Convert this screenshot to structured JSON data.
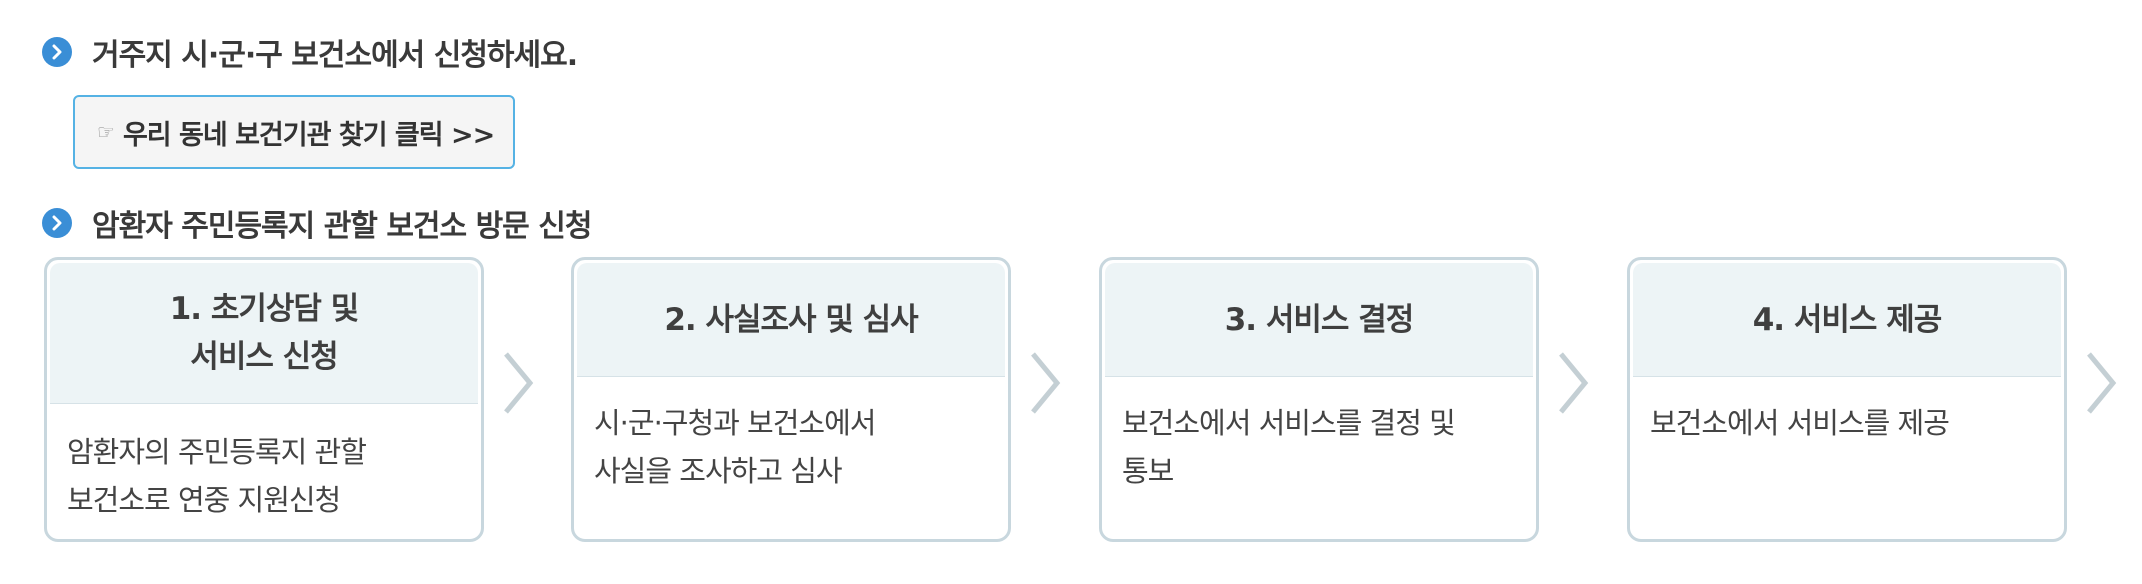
{
  "colors": {
    "bullet": "#3a8ed6",
    "button_border": "#55b2e4",
    "card_border": "#c8d7de",
    "card_header_bg": "#edf4f6",
    "arrow": "#c4cfd4"
  },
  "section1": {
    "title": "거주지 시·군·구 보건소에서 신청하세요.",
    "bullet_icon": "chevron-right-circle-icon"
  },
  "finder_button": {
    "icon": "pointing-hand-icon",
    "hand_glyph": "☞",
    "label": "우리 동네 보건기관 찾기 클릭 >>"
  },
  "section2": {
    "title": "암환자 주민등록지 관할 보건소 방문 신청",
    "bullet_icon": "chevron-right-circle-icon"
  },
  "steps": [
    {
      "title_line1": "1. 초기상담 및",
      "title_line2": "서비스 신청",
      "desc_line1": "암환자의 주민등록지 관할",
      "desc_line2": "보건소로 연중 지원신청"
    },
    {
      "title_line1": "2. 사실조사 및 심사",
      "desc_line1": "시·군·구청과 보건소에서",
      "desc_line2": "사실을 조사하고 심사"
    },
    {
      "title_line1": "3. 서비스 결정",
      "desc_line1": "보건소에서 서비스를 결정 및",
      "desc_line2": "통보"
    },
    {
      "title_line1": "4. 서비스 제공",
      "desc_line1": "보건소에서 서비스를 제공"
    }
  ],
  "step_arrow_icon": "chevron-right-icon"
}
